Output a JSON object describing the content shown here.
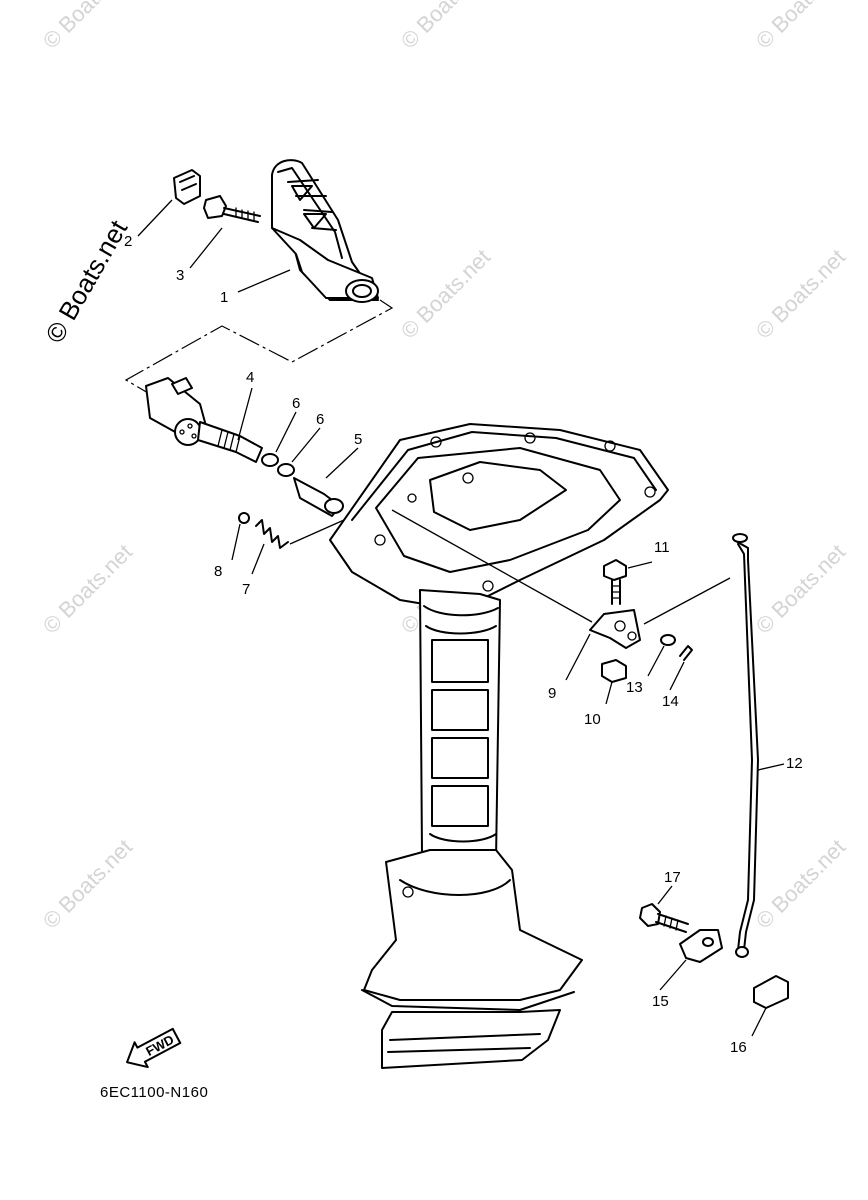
{
  "watermark": {
    "text": "© Boats.net",
    "main_text": "© Boats.net"
  },
  "fwd_label": "FWD",
  "diagram_code": "6EC1100-N160",
  "callouts": {
    "c1": "1",
    "c2": "2",
    "c3": "3",
    "c4": "4",
    "c5": "5",
    "c6a": "6",
    "c6b": "6",
    "c7": "7",
    "c8": "8",
    "c9": "9",
    "c10": "10",
    "c11": "11",
    "c12": "12",
    "c13": "13",
    "c14": "14",
    "c15": "15",
    "c16": "16",
    "c17": "17"
  }
}
